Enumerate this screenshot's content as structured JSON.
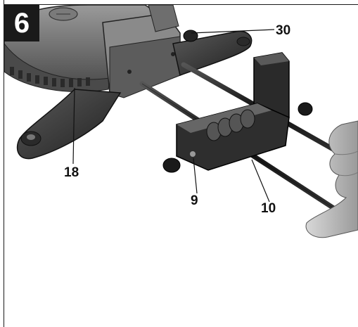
{
  "figure": {
    "number": "6"
  },
  "callouts": {
    "c30": "30",
    "c18": "18",
    "c9": "9",
    "c10": "10"
  },
  "colors": {
    "ink": "#111111",
    "badge": "#1a1a1a",
    "machine_dark": "#3a3a3a",
    "machine_mid": "#6e6e6e",
    "machine_light": "#a5a5a5"
  }
}
